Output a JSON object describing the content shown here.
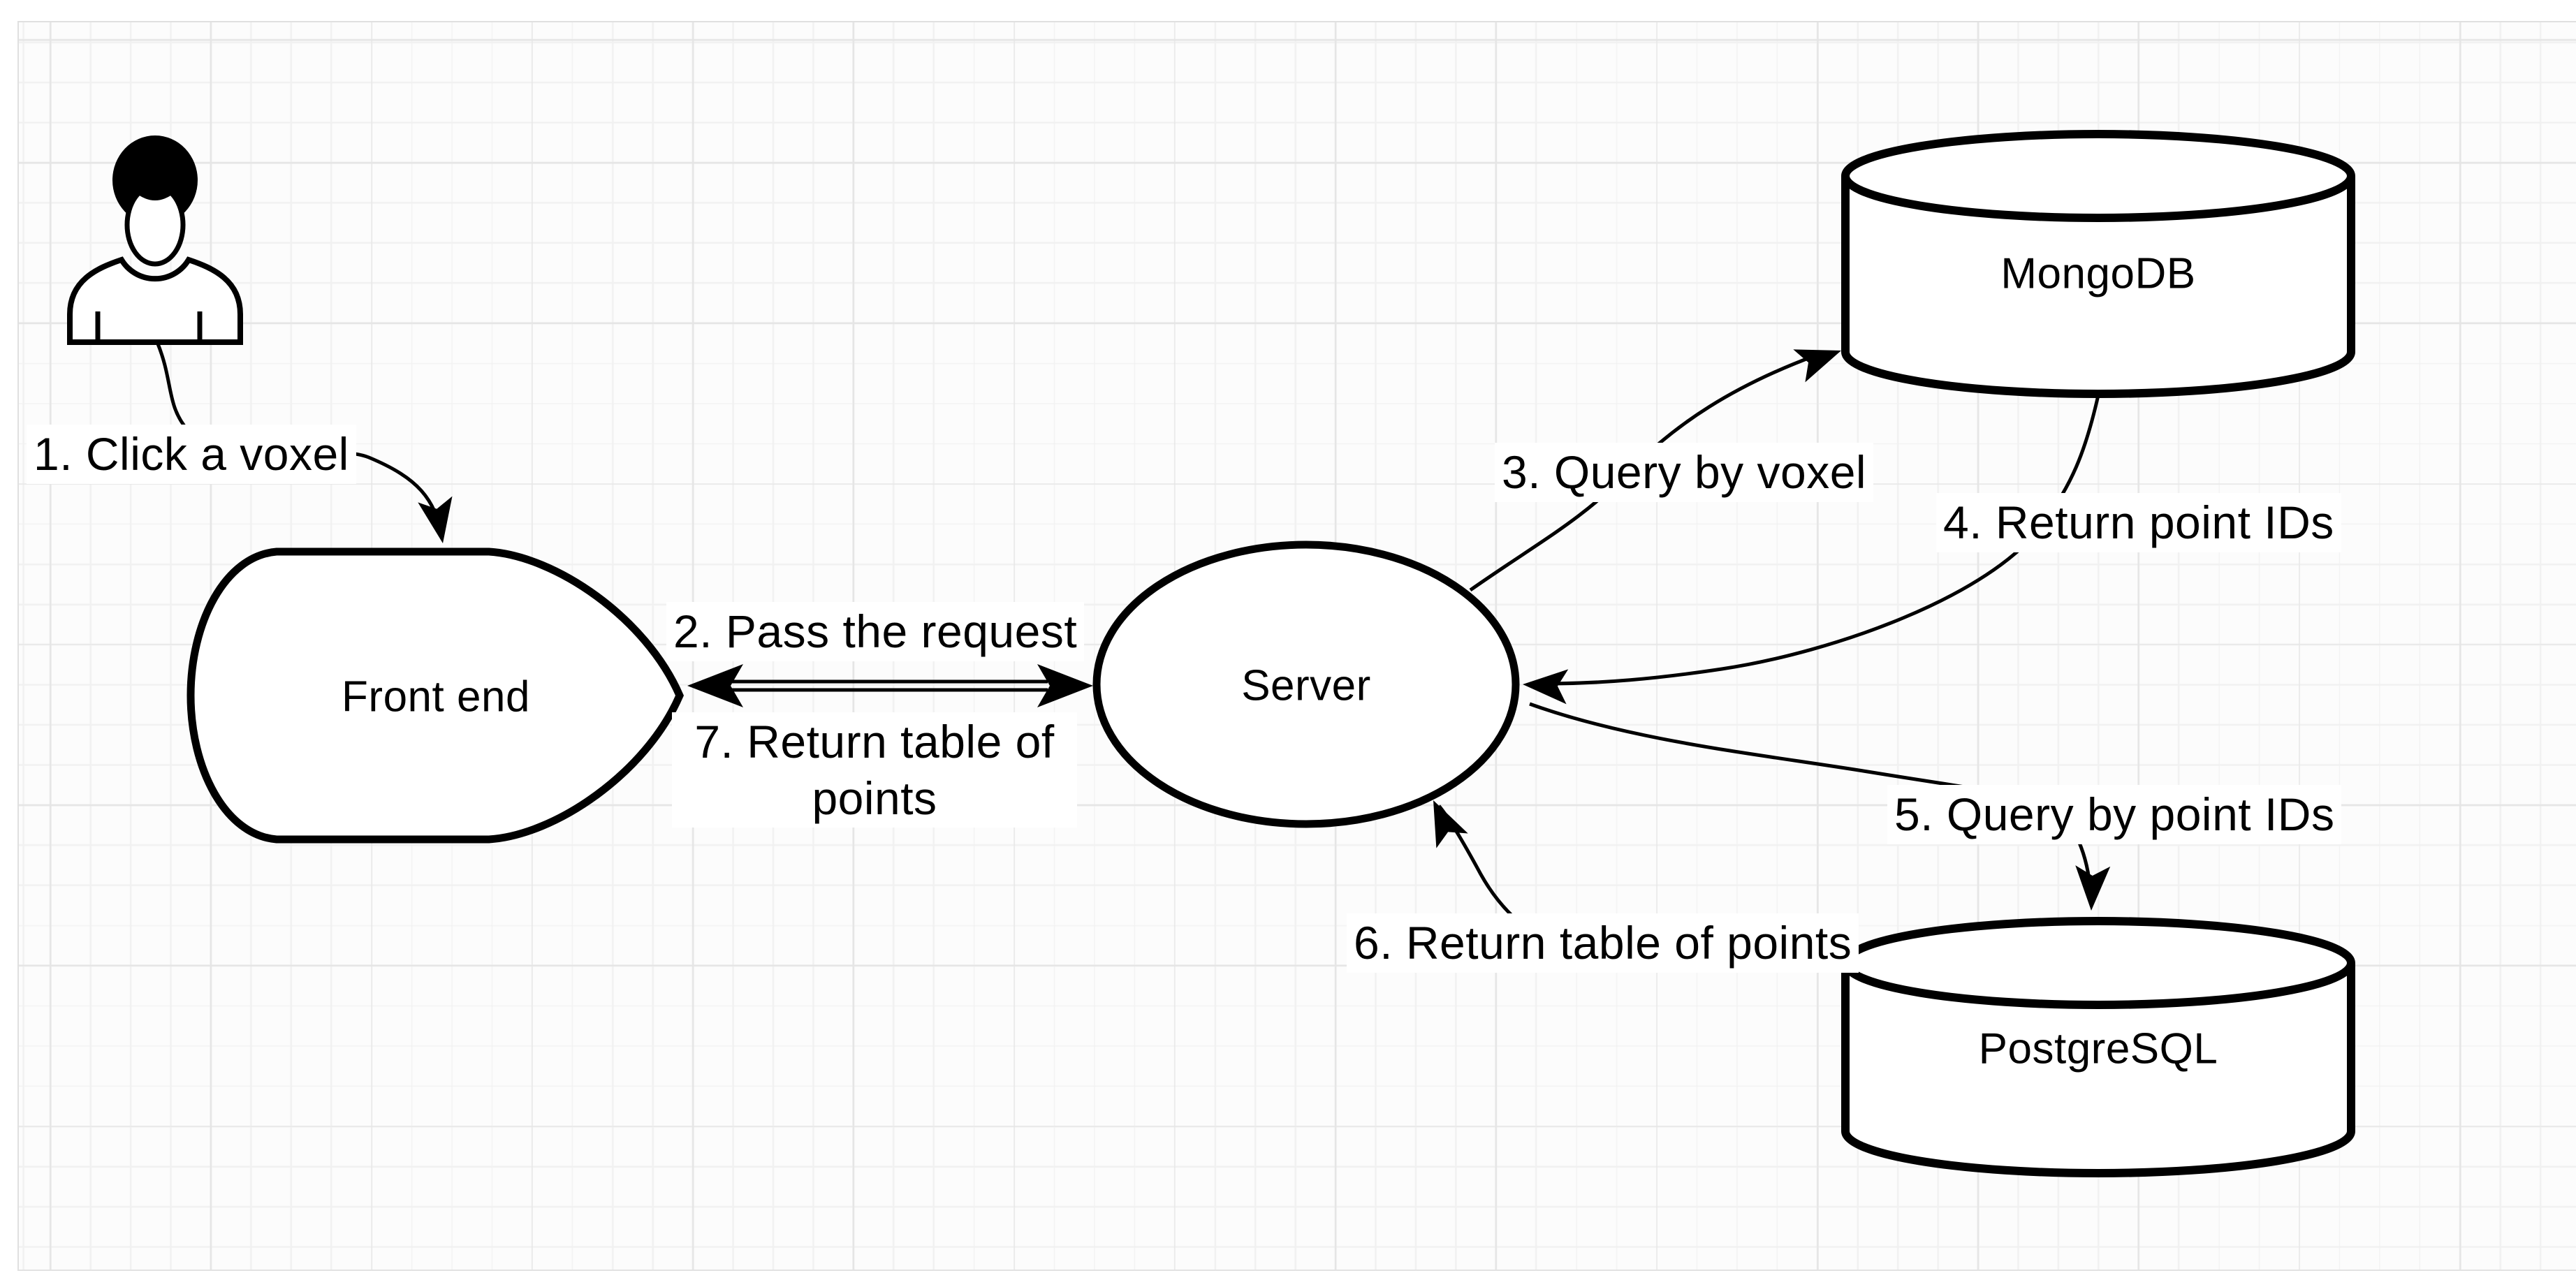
{
  "canvas": {
    "background_color": "#fcfcfc",
    "grid_minor_color": "#f1f1f1",
    "grid_major_color": "#e5e5e5",
    "page_edge_color": "#e0e0e0",
    "shape_fill": "#ffffff",
    "shape_stroke": "#000000",
    "text_color": "#000000"
  },
  "nodes": {
    "user": {
      "icon": "person-icon"
    },
    "frontend": {
      "label": "Front end",
      "shape": "pointed-display"
    },
    "server": {
      "label": "Server",
      "shape": "ellipse"
    },
    "mongodb": {
      "label": "MongoDB",
      "shape": "cylinder"
    },
    "postgresql": {
      "label": "PostgreSQL",
      "shape": "cylinder"
    }
  },
  "edges": [
    {
      "label": "1. Click a voxel",
      "from": "user",
      "to": "frontend"
    },
    {
      "label": "2. Pass the request",
      "from": "frontend",
      "to": "server"
    },
    {
      "label": "3. Query by voxel",
      "from": "server",
      "to": "mongodb"
    },
    {
      "label": "4. Return point IDs",
      "from": "mongodb",
      "to": "server"
    },
    {
      "label": "5. Query by point IDs",
      "from": "server",
      "to": "postgresql"
    },
    {
      "label": "6. Return table of points",
      "from": "postgresql",
      "to": "server"
    },
    {
      "label": "7. Return table of points",
      "from": "server",
      "to": "frontend"
    }
  ]
}
